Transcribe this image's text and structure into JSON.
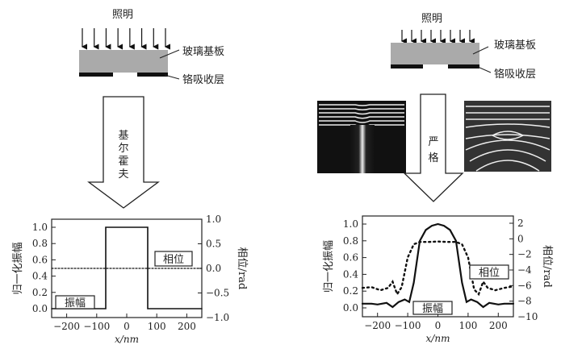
{
  "left_panel": {
    "illumination": "照明",
    "glass": "玻璃基板",
    "chrome": "铬吸收层",
    "method": [
      "基",
      "尔",
      "霍",
      "夫"
    ]
  },
  "right_panel": {
    "illumination": "照明",
    "glass": "玻璃基板",
    "chrome": "铬吸收层",
    "method": [
      "严",
      "格"
    ]
  },
  "chart_data": [
    {
      "type": "line",
      "title": "",
      "xlabel": "x/nm",
      "ylabel": "归一化振幅",
      "y2label": "相位/rad",
      "xlim": [
        -250,
        250
      ],
      "ylim": [
        -0.11,
        1.09
      ],
      "y2lim": [
        -1.0,
        1.0
      ],
      "xticks": [
        -200,
        -100,
        0,
        100,
        200
      ],
      "yticks": [
        "0.0",
        "0.2",
        "0.4",
        "0.6",
        "0.8",
        "1.0"
      ],
      "y2ticks": [
        "-1.0",
        "-0.5",
        "0.0",
        "0.5",
        "1.0"
      ],
      "amp_label": "振幅",
      "phase_label": "相位",
      "series": [
        {
          "name": "振幅",
          "axis": "left",
          "style": "solid",
          "x": [
            -250,
            -70,
            -70,
            70,
            70,
            250
          ],
          "y": [
            0,
            0,
            1,
            1,
            0,
            0
          ]
        },
        {
          "name": "相位",
          "axis": "right",
          "style": "dotted",
          "x": [
            -250,
            250
          ],
          "y": [
            0,
            0
          ]
        }
      ]
    },
    {
      "type": "line",
      "title": "",
      "xlabel": "x/nm",
      "ylabel": "归一化振幅",
      "y2label": "相位/rad",
      "xlim": [
        -250,
        250
      ],
      "ylim": [
        -0.11,
        1.13
      ],
      "y2lim": [
        -10,
        2.6
      ],
      "xticks": [
        -200,
        -100,
        0,
        100,
        200
      ],
      "yticks": [
        "0.0",
        "0.2",
        "0.4",
        "0.6",
        "0.8",
        "1.0"
      ],
      "y2ticks": [
        "-10",
        "-8",
        "-6",
        "-4",
        "-2",
        "0",
        "2"
      ],
      "amp_label": "振幅",
      "phase_label": "相位",
      "series": [
        {
          "name": "振幅",
          "axis": "left",
          "style": "solid",
          "x": [
            -250,
            -220,
            -200,
            -170,
            -150,
            -130,
            -110,
            -95,
            -80,
            -60,
            -40,
            -20,
            0,
            20,
            40,
            60,
            80,
            95,
            110,
            130,
            150,
            170,
            200,
            220,
            250
          ],
          "y": [
            0.05,
            0.05,
            0.04,
            0.06,
            0.01,
            0.07,
            0.1,
            0.07,
            0.3,
            0.8,
            0.93,
            0.98,
            1.0,
            0.98,
            0.93,
            0.8,
            0.3,
            0.07,
            0.1,
            0.07,
            0.01,
            0.06,
            0.04,
            0.05,
            0.05
          ]
        },
        {
          "name": "相位",
          "axis": "right",
          "style": "dotted",
          "x": [
            -250,
            -220,
            -190,
            -165,
            -150,
            -135,
            -120,
            -100,
            -80,
            -60,
            -30,
            0,
            30,
            60,
            80,
            100,
            120,
            135,
            150,
            165,
            190,
            220,
            250
          ],
          "y": [
            -6.3,
            -6.2,
            -6.6,
            -6.3,
            -5.5,
            -7.1,
            -6.2,
            -2.4,
            -0.7,
            -0.4,
            -0.4,
            -0.35,
            -0.4,
            -0.4,
            -0.7,
            -2.4,
            -6.5,
            -7.1,
            -5.5,
            -6.3,
            -6.6,
            -6.3,
            -6.1
          ]
        }
      ]
    }
  ]
}
